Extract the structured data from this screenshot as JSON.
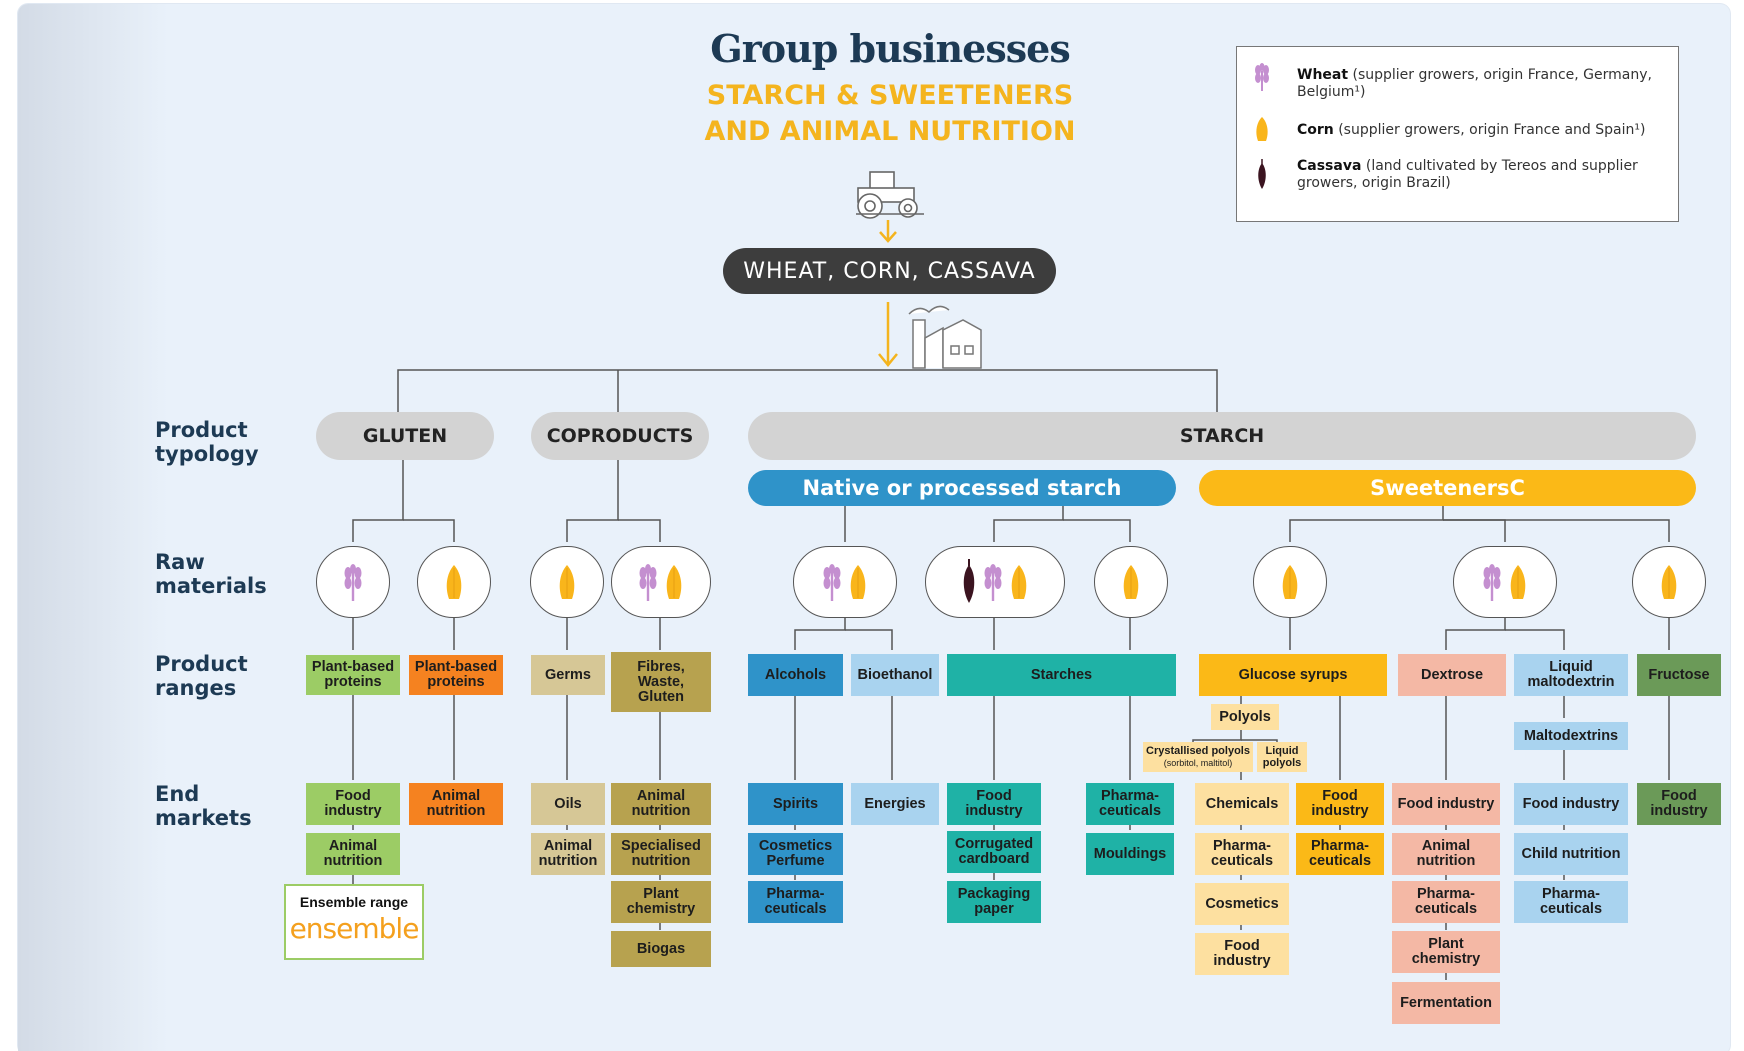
{
  "header": {
    "title": "Group businesses",
    "subtitle_line1": "STARCH & SWEETENERS",
    "subtitle_line2": "AND ANIMAL NUTRITION",
    "raw_material_pill": "WHEAT, CORN, CASSAVA"
  },
  "legend": {
    "wheat_name": "Wheat",
    "wheat_desc": " (supplier growers, origin France, Germany, Belgium¹)",
    "corn_name": "Corn",
    "corn_desc": " (supplier growers, origin France and Spain¹)",
    "cassava_name": "Cassava",
    "cassava_desc": " (land cultivated by Tereos and supplier growers, origin Brazil)"
  },
  "row_labels": {
    "product_typology": "Product typology",
    "raw_materials": "Raw materials",
    "product_ranges": "Product ranges",
    "end_markets": "End markets"
  },
  "typology": {
    "gluten": "GLUTEN",
    "coproducts": "COPRODUCTS",
    "starch": "STARCH",
    "native": "Native or processed starch",
    "sweeteners": "SweetenersC"
  },
  "ranges": {
    "plant_proteins_1": "Plant-based proteins",
    "plant_proteins_2": "Plant-based proteins",
    "germs": "Germs",
    "fibres": "Fibres, Waste, Gluten",
    "alcohols": "Alcohols",
    "bioethanol": "Bioethanol",
    "starches": "Starches",
    "glucose": "Glucose syrups",
    "polyols": "Polyols",
    "crystallised": "Crystallised polyols",
    "crystallised_sub": "(sorbitol, maltitol)",
    "liquid_polyols": "Liquid polyols",
    "dextrose": "Dextrose",
    "liquid_malto": "Liquid maltodextrin",
    "maltodextrins": "Maltodextrins",
    "fructose": "Fructose"
  },
  "markets": {
    "g_food": "Food industry",
    "g_animal": "Animal nutrition",
    "ensemble_label": "Ensemble range",
    "ensemble_logo": "ensemble",
    "g2_animal": "Animal nutrition",
    "oils": "Oils",
    "c_animal": "Animal nutrition",
    "c_animal2": "Animal nutrition",
    "c_special": "Specialised nutrition",
    "c_plantchem": "Plant chemistry",
    "c_biogas": "Biogas",
    "spirits": "Spirits",
    "cosmetics_perfume": "Cosmetics Perfume",
    "alc_pharma": "Pharma-ceuticals",
    "energies": "Energies",
    "st_food": "Food industry",
    "corrugated": "Corrugated cardboard",
    "packaging": "Packaging paper",
    "st_pharma": "Pharma-ceuticals",
    "mouldings": "Mouldings",
    "chemicals": "Chemicals",
    "po_pharma": "Pharma-ceuticals",
    "po_cosmetics": "Cosmetics",
    "po_food": "Food industry",
    "gl_food": "Food industry",
    "gl_pharma": "Pharma-ceuticals",
    "dx_food": "Food industry",
    "dx_animal": "Animal nutrition",
    "dx_pharma": "Pharma-ceuticals",
    "dx_plantchem": "Plant chemistry",
    "dx_ferment": "Fermentation",
    "md_food": "Food industry",
    "md_child": "Child nutrition",
    "md_pharma": "Pharma-ceuticals",
    "fr_food": "Food industry"
  },
  "colors": {
    "navy": "#1d3a54",
    "gold": "#f4b41e",
    "native_blue": "#2f93c9",
    "sweeteners_yellow": "#fbb917",
    "wheat_purple": "#c48fd0",
    "corn_yellow": "#f9b51b",
    "cassava_dark": "#3b1420"
  },
  "icons": [
    "tractor-icon",
    "factory-icon",
    "wheat-icon",
    "corn-icon",
    "cassava-icon",
    "arrow-down-icon"
  ]
}
